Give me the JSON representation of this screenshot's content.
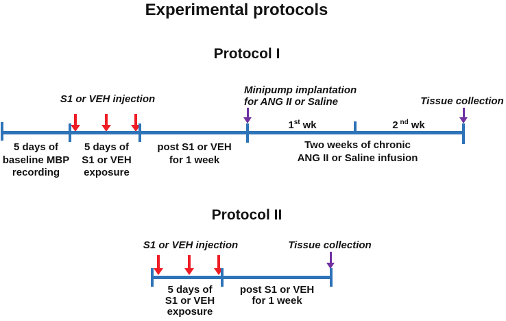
{
  "title": "Experimental protocols",
  "colors": {
    "timeline_blue": "#2e73b8",
    "arrow_red": "#ee1c25",
    "arrow_purple": "#7030a0",
    "text_black": "#121212"
  },
  "protocol1": {
    "heading": "Protocol I",
    "injection_label": "S1 or VEH injection",
    "minipump_line1": "Minipump implantation",
    "minipump_line2": "for ANG II or Saline",
    "tissue_label": "Tissue collection",
    "week1": {
      "num": "1",
      "sup": "st",
      "word": "wk"
    },
    "week2": {
      "num": "2",
      "sup": "nd",
      "word": "wk"
    },
    "segments": [
      {
        "lines": [
          "5 days of",
          "baseline MBP",
          "recording"
        ]
      },
      {
        "lines": [
          "5 days of",
          "S1 or VEH",
          "exposure"
        ]
      },
      {
        "lines": [
          "post S1 or VEH",
          "for 1 week"
        ]
      },
      {
        "lines": [
          "Two weeks of chronic",
          "ANG II or Saline infusion"
        ]
      }
    ]
  },
  "protocol2": {
    "heading": "Protocol II",
    "injection_label": "S1 or VEH injection",
    "tissue_label": "Tissue collection",
    "segments": [
      {
        "lines": [
          "5 days of",
          "S1 or VEH",
          "exposure"
        ]
      },
      {
        "lines": [
          "post S1 or VEH",
          "for 1 week"
        ]
      }
    ]
  }
}
